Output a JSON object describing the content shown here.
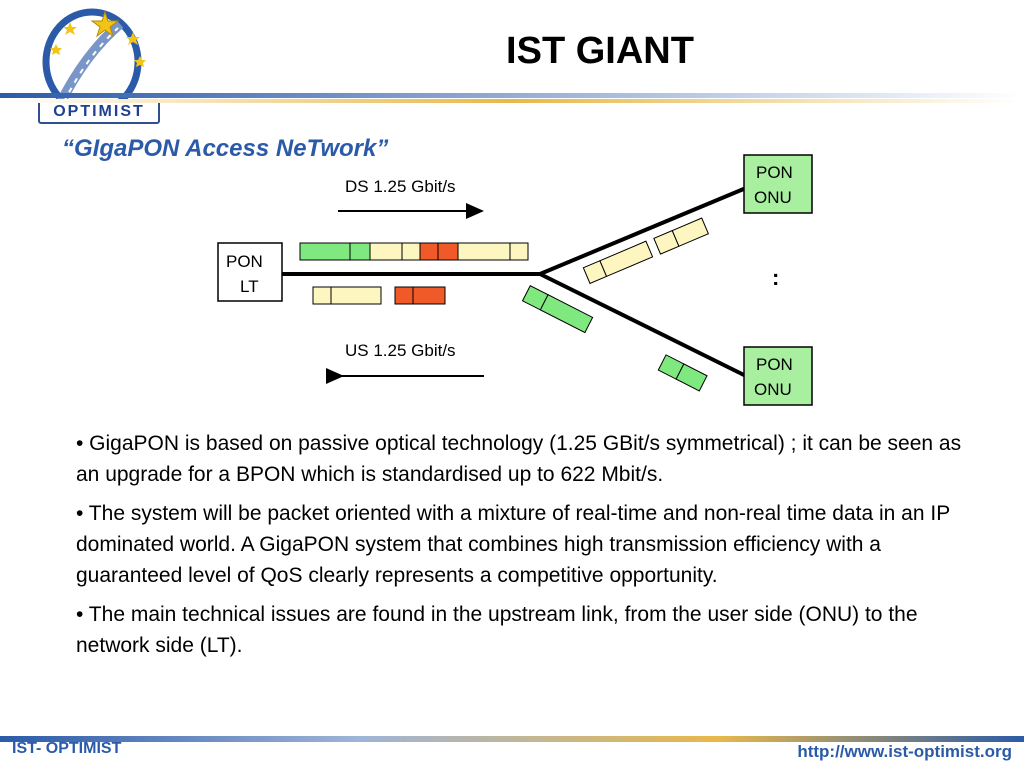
{
  "header": {
    "title": "IST GIANT",
    "logo_text": "OPTIMIST"
  },
  "subtitle": "“GIgaPON Access NeTwork”",
  "diagram": {
    "ds_label": "DS 1.25 Gbit/s",
    "us_label": "US 1.25 Gbit/s",
    "olt_label_1": "PON",
    "olt_label_2": "LT",
    "onu_top_1": "PON",
    "onu_top_2": "ONU",
    "onu_bottom_1": "PON",
    "onu_bottom_2": "ONU",
    "ellipsis": ":"
  },
  "bullets": [
    "• GigaPON is based on passive optical technology (1.25 GBit/s symmetrical) ; it can be seen as an upgrade for a BPON which is standardised up to 622 Mbit/s.",
    "• The system will be packet oriented with a mixture of real-time and non-real time data in an IP dominated world. A GigaPON system that combines high transmission efficiency with a guaranteed level of QoS clearly represents a competitive opportunity.",
    "• The main technical issues are found in the upstream link, from the user side (ONU) to the network side (LT)."
  ],
  "footer": {
    "left": "IST- OPTIMIST",
    "right": "http://www.ist-optimist.org"
  },
  "colors": {
    "accent_blue": "#2b5ba8",
    "green_cell": "#7fe87f",
    "yellow_cell": "#fdf6c0",
    "orange_cell": "#f05a28",
    "onu_fill": "#a8f0a0"
  }
}
